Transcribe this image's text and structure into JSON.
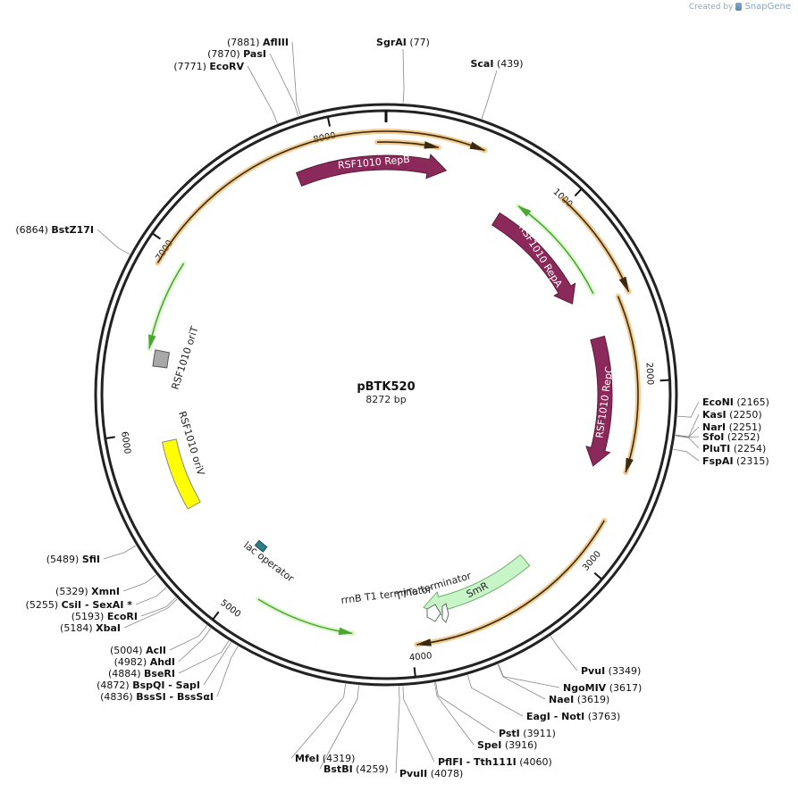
{
  "credit": {
    "prefix": "Created by",
    "brand": "SnapGene"
  },
  "plasmid": {
    "name": "pBTK520",
    "size_label": "8272 bp",
    "length": 8272
  },
  "ticks": [
    "1000",
    "2000",
    "3000",
    "4000",
    "5000",
    "6000",
    "7000",
    "8000"
  ],
  "restriction_sites": [
    {
      "name": "SgrAI",
      "pos": "(77)"
    },
    {
      "name": "ScaI",
      "pos": "(439)"
    },
    {
      "name": "EcoNI",
      "pos": "(2165)"
    },
    {
      "name": "KasI",
      "pos": "(2250)"
    },
    {
      "name": "NarI",
      "pos": "(2251)"
    },
    {
      "name": "SfoI",
      "pos": "(2252)"
    },
    {
      "name": "PluTI",
      "pos": "(2254)"
    },
    {
      "name": "FspAI",
      "pos": "(2315)"
    },
    {
      "name": "PvuI",
      "pos": "(3349)"
    },
    {
      "name": "NgoMIV",
      "pos": "(3617)"
    },
    {
      "name": "NaeI",
      "pos": "(3619)"
    },
    {
      "name": "EagI  - NotI",
      "pos": "(3763)"
    },
    {
      "name": "PstI",
      "pos": "(3911)"
    },
    {
      "name": "SpeI",
      "pos": "(3916)"
    },
    {
      "name": "PflFI  - Tth111I",
      "pos": "(4060)"
    },
    {
      "name": "PvuII",
      "pos": "(4078)"
    },
    {
      "name": "BstBI",
      "pos": "(4259)"
    },
    {
      "name": "MfeI",
      "pos": "(4319)"
    },
    {
      "name": "BssSI  - BssSαI",
      "pos": "(4836)"
    },
    {
      "name": "BspQI  - SapI",
      "pos": "(4872)"
    },
    {
      "name": "BseRI",
      "pos": "(4884)"
    },
    {
      "name": "AhdI",
      "pos": "(4982)"
    },
    {
      "name": "AclI",
      "pos": "(5004)"
    },
    {
      "name": "XbaI",
      "pos": "(5184)"
    },
    {
      "name": "EcoRI",
      "pos": "(5193)"
    },
    {
      "name": "CsiI  - SexAI *",
      "pos": "(5255)"
    },
    {
      "name": "XmnI",
      "pos": "(5329)"
    },
    {
      "name": "SfiI",
      "pos": "(5489)"
    },
    {
      "name": "BstZ17I",
      "pos": "(6864)"
    },
    {
      "name": "EcoRV",
      "pos": "(7771)"
    },
    {
      "name": "PasI",
      "pos": "(7870)"
    },
    {
      "name": "AflIII",
      "pos": "(7881)"
    }
  ],
  "features": [
    {
      "label": "RSF1010 RepB",
      "color": "#8b2a5a"
    },
    {
      "label": "RSF1010 RepA",
      "color": "#8b2a5a"
    },
    {
      "label": "RSF1010 RepC",
      "color": "#8b2a5a"
    },
    {
      "label": "SmR",
      "color": "#c8f5c8"
    },
    {
      "label": "T7Te terminator",
      "color": "#ffffff"
    },
    {
      "label": "rrnB T1 terminator",
      "color": "#ffffff"
    },
    {
      "label": "lac operator",
      "color": "#2b7f8a"
    },
    {
      "label": "RSF1010 oriV",
      "color": "#ffff00"
    },
    {
      "label": "RSF1010 oriT",
      "color": "#a9a9a9"
    }
  ],
  "colors": {
    "backbone": "#222222",
    "orf": "#e8a33a",
    "orf_inner": "#3a2a10",
    "green_line": "#4aa830",
    "green_glow": "#c9f0b0"
  }
}
